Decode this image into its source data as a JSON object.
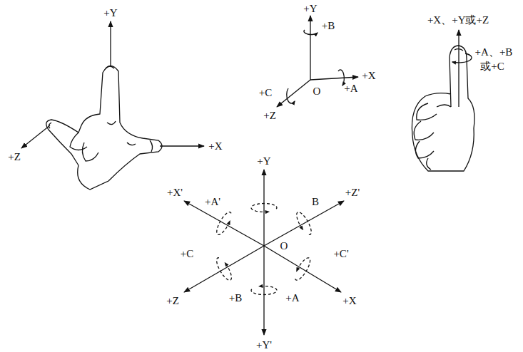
{
  "diagram": {
    "labels": [
      "+Y",
      "+Z",
      "+X",
      "+Y",
      "+B",
      "+C",
      "+Z",
      "O",
      "+X",
      "+A",
      "+X、+Y或+Z",
      "+A、+B",
      "或+C",
      "+Y",
      "+X'",
      "+A'",
      "B",
      "+Z'",
      "+C",
      "+C'",
      "+Z",
      "+B",
      "+A",
      "+X",
      "+Y'",
      "O"
    ]
  }
}
